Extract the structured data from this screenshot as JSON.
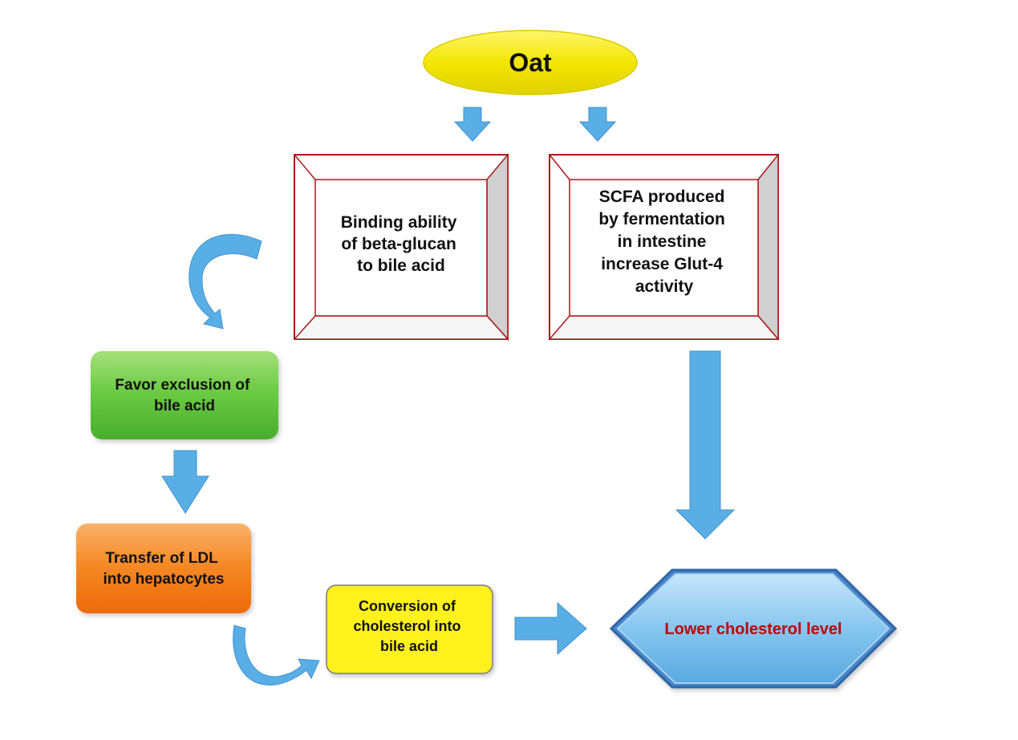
{
  "diagram": {
    "nodes": {
      "oat": {
        "label": "Oat",
        "color": "#f2e600"
      },
      "binding": {
        "lines": [
          "Binding ability",
          "of beta-glucan",
          "to bile acid"
        ]
      },
      "scfa": {
        "lines": [
          "SCFA produced",
          "by fermentation",
          "in intestine",
          "increase Glut-4",
          "activity"
        ]
      },
      "favor": {
        "lines": [
          "Favor exclusion of",
          "bile acid"
        ],
        "color": "#5bc23c"
      },
      "transfer": {
        "lines": [
          "Transfer of  LDL",
          "into hepatocytes"
        ],
        "color": "#f47a14"
      },
      "conversion": {
        "lines": [
          "Conversion of",
          "cholesterol into",
          "bile acid"
        ],
        "color": "#fff21a"
      },
      "lower": {
        "label": "Lower cholesterol level",
        "color": "#7ec3ee",
        "text_color": "#c00000"
      }
    },
    "colors": {
      "arrow": "#5aaee6",
      "frame_border": "#a81a1a",
      "frame_bevel": "#d0d0d0"
    }
  }
}
